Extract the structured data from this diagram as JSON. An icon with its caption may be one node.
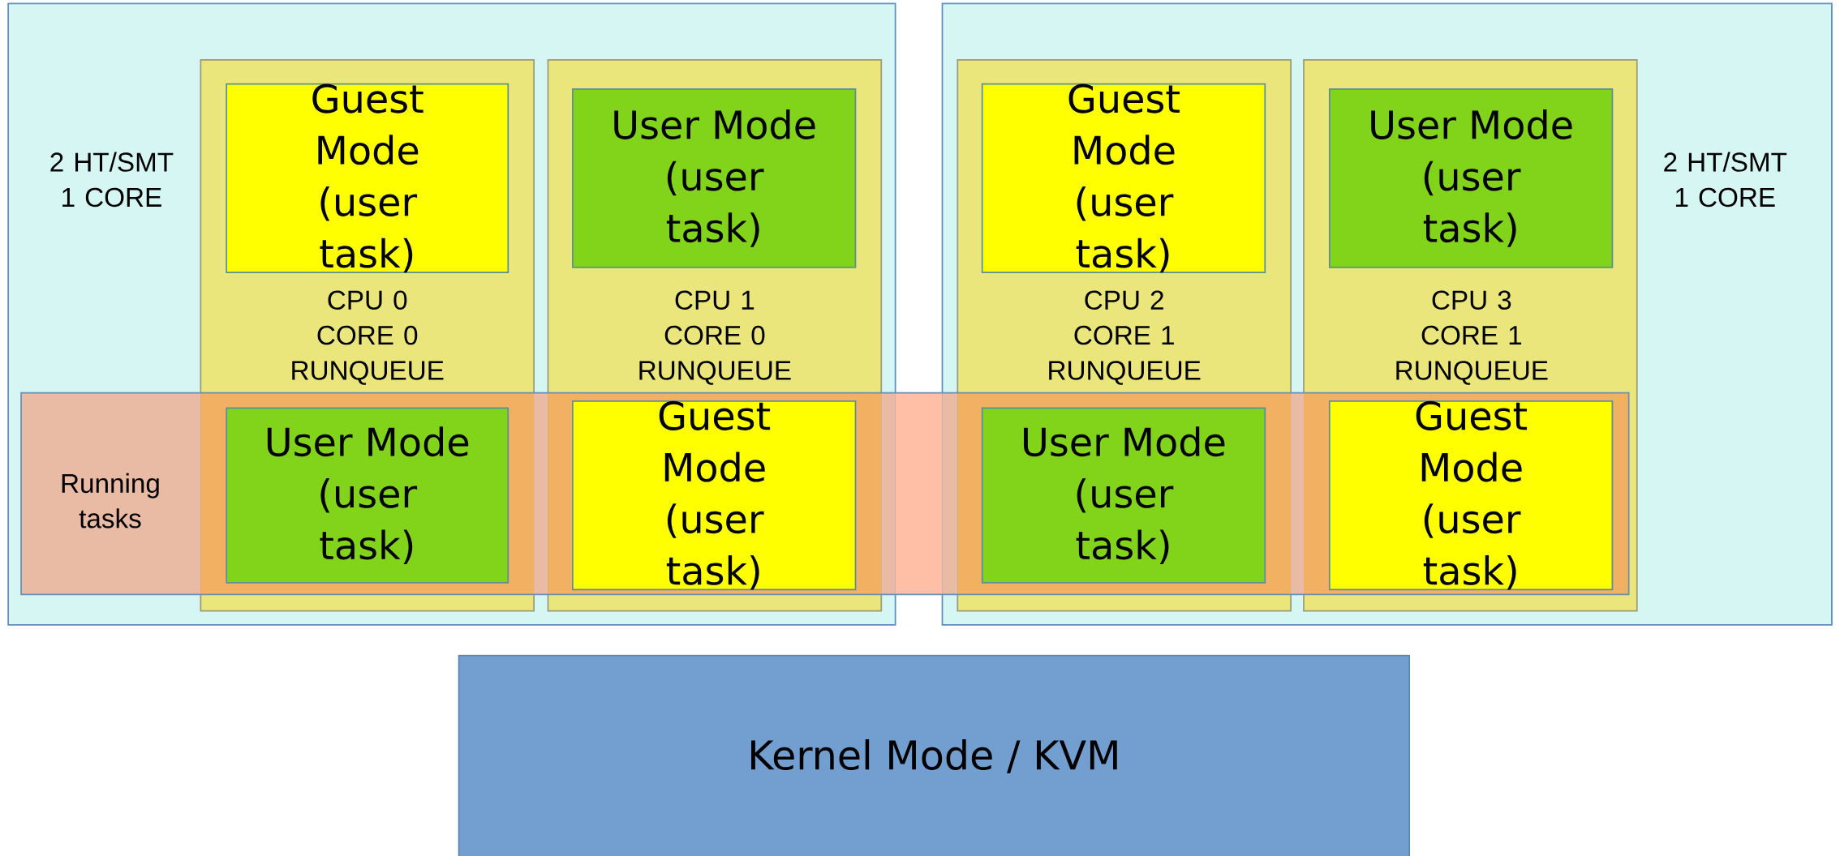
{
  "diagram": {
    "nodes": [
      {
        "text": [
          "2 HT/SMT 1 CORE"
        ]
      },
      {
        "text": [
          "CPU 0 CORE 0 RUNQUEUE"
        ],
        "in": 0
      },
      {
        "text": [
          "Guest Mode (user task)"
        ],
        "in": 1
      },
      {
        "text": [
          "CPU 1 CORE 0 RUNQUEUE"
        ],
        "in": 0
      },
      {
        "text": [
          "User Mode (user task)"
        ],
        "in": 3
      },
      {
        "text": [
          "2 HT/SMT 1 CORE"
        ]
      },
      {
        "text": [
          "CPU 2 CORE 1 RUNQUEUE"
        ],
        "in": 5
      },
      {
        "text": [
          "Guest Mode (user task)"
        ],
        "in": 6
      },
      {
        "text": [
          "CPU 3 CORE 1 RUNQUEUE"
        ],
        "in": 5
      },
      {
        "text": [
          "User Mode (user task)"
        ],
        "in": 8
      },
      {
        "text": [
          "Running tasks"
        ]
      },
      {
        "text": [
          "User Mode (user task)"
        ]
      },
      {
        "text": [
          "Guest Mode (user task)"
        ]
      },
      {
        "text": [
          "User Mode (user task)"
        ]
      },
      {
        "text": [
          "Guest Mode (user task)"
        ]
      },
      {
        "text": [
          "Kernel Mode / KVM"
        ]
      }
    ]
  }
}
